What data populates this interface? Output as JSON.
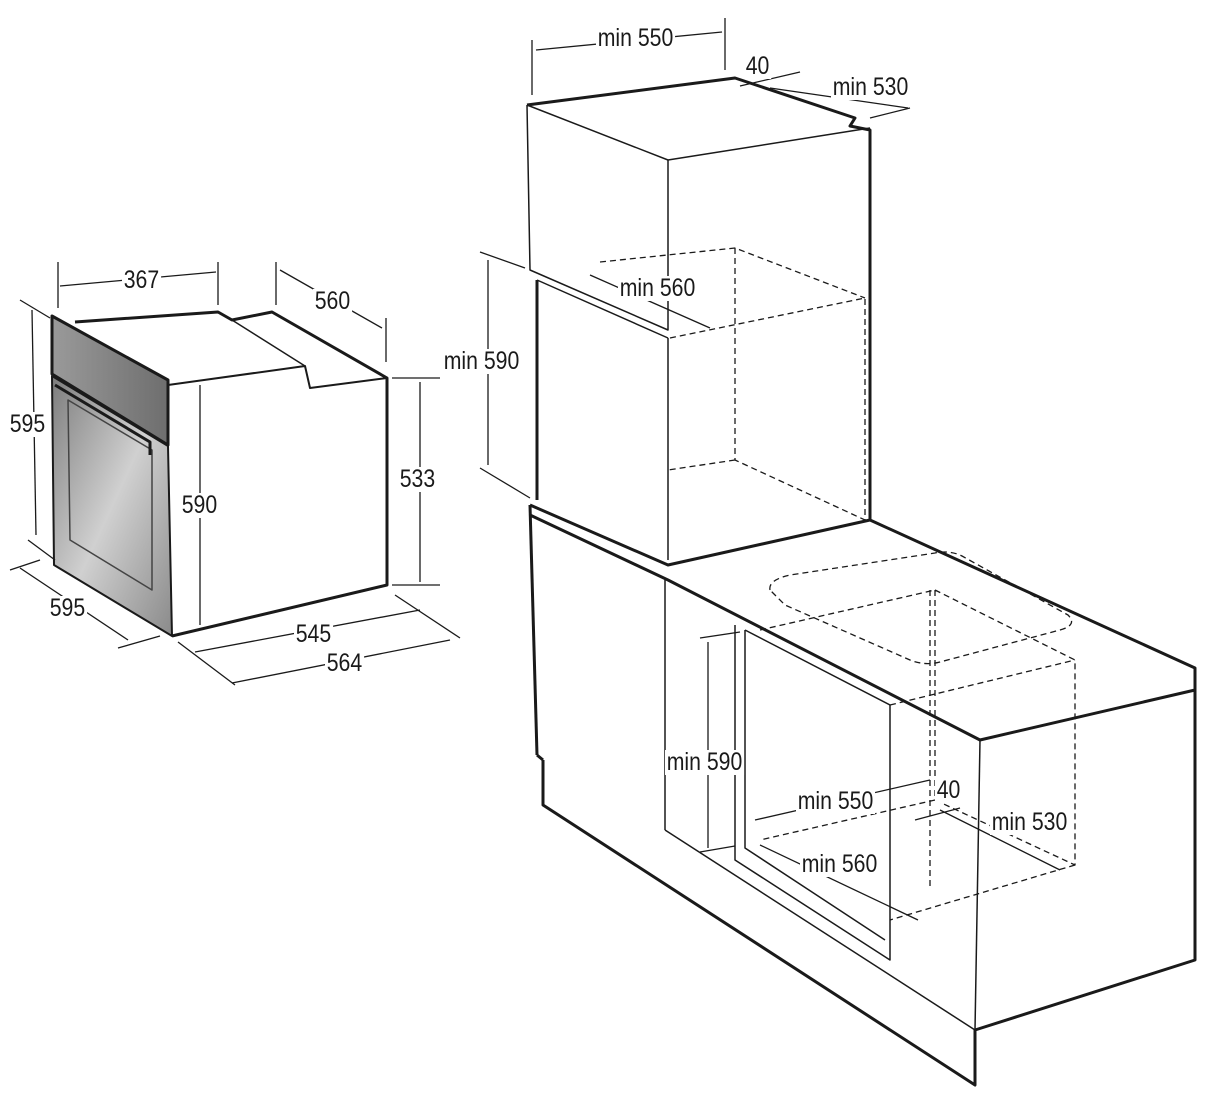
{
  "oven": {
    "width_top": "367",
    "depth_top": "560",
    "height_front": "595",
    "inner_height": "590",
    "side_height": "533",
    "width_front": "595",
    "depth_body": "545",
    "depth_total": "564"
  },
  "tall_cabinet": {
    "top_width": "min 550",
    "top_gap": "40",
    "top_depth": "min 530",
    "niche_width": "min 560",
    "niche_height": "min 590"
  },
  "under_counter": {
    "niche_height": "min 590",
    "niche_width": "min 550",
    "gap": "40",
    "niche_depth": "min 530",
    "front_width": "min 560"
  },
  "colors": {
    "line": "#1a1a1a",
    "panel_dark": "#8a8a8a",
    "panel_light": "#d8d8d8"
  }
}
